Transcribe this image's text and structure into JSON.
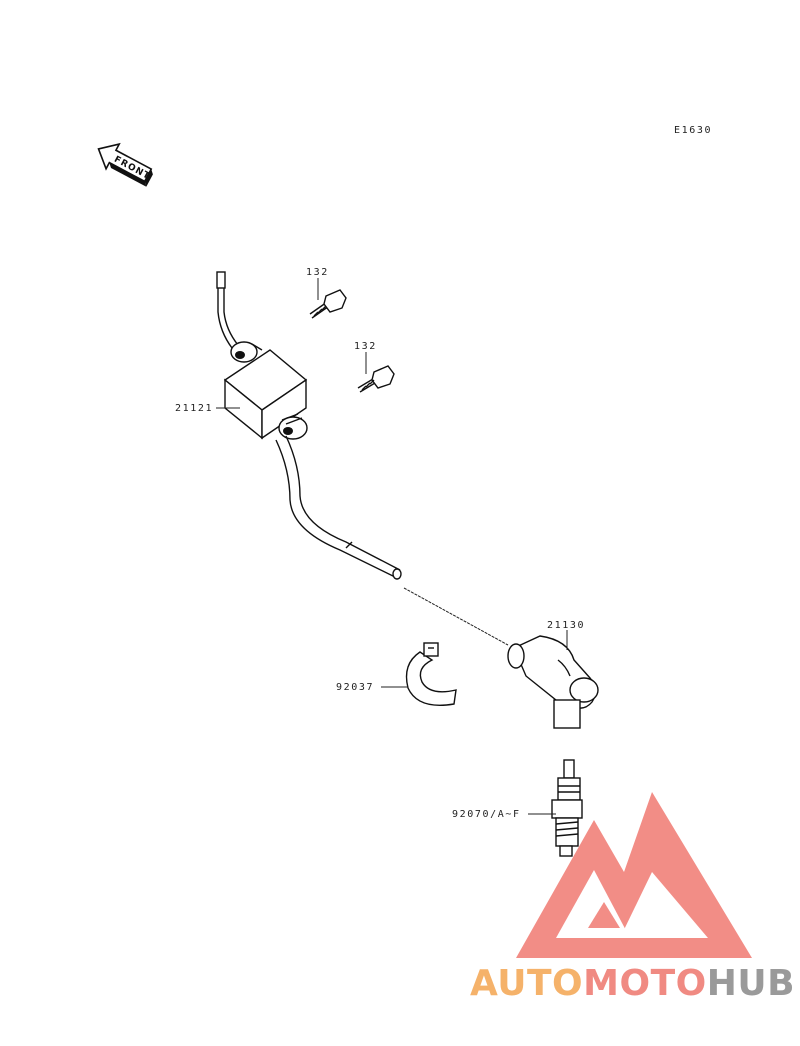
{
  "diagram_code": "E1630",
  "front_arrow": {
    "label": "FRONT"
  },
  "parts": [
    {
      "number": "132"
    },
    {
      "number": "132"
    },
    {
      "number": "21121"
    },
    {
      "number": "21130"
    },
    {
      "number": "92037"
    },
    {
      "number": "92070/A~F"
    }
  ],
  "watermark": {
    "word_part_1": "AUTO",
    "word_part_2": "MOTO",
    "word_part_3": "HUB",
    "color_part_1": "#f5b26a",
    "color_part_2": "#f08a82",
    "color_part_3": "#9a9a9a",
    "logo_color": "#f07a72"
  },
  "icons": [
    "front-arrow-icon",
    "ignition-coil-icon",
    "bolt-icon",
    "plug-cap-icon",
    "clamp-icon",
    "spark-plug-icon",
    "automotohub-logo-icon"
  ]
}
